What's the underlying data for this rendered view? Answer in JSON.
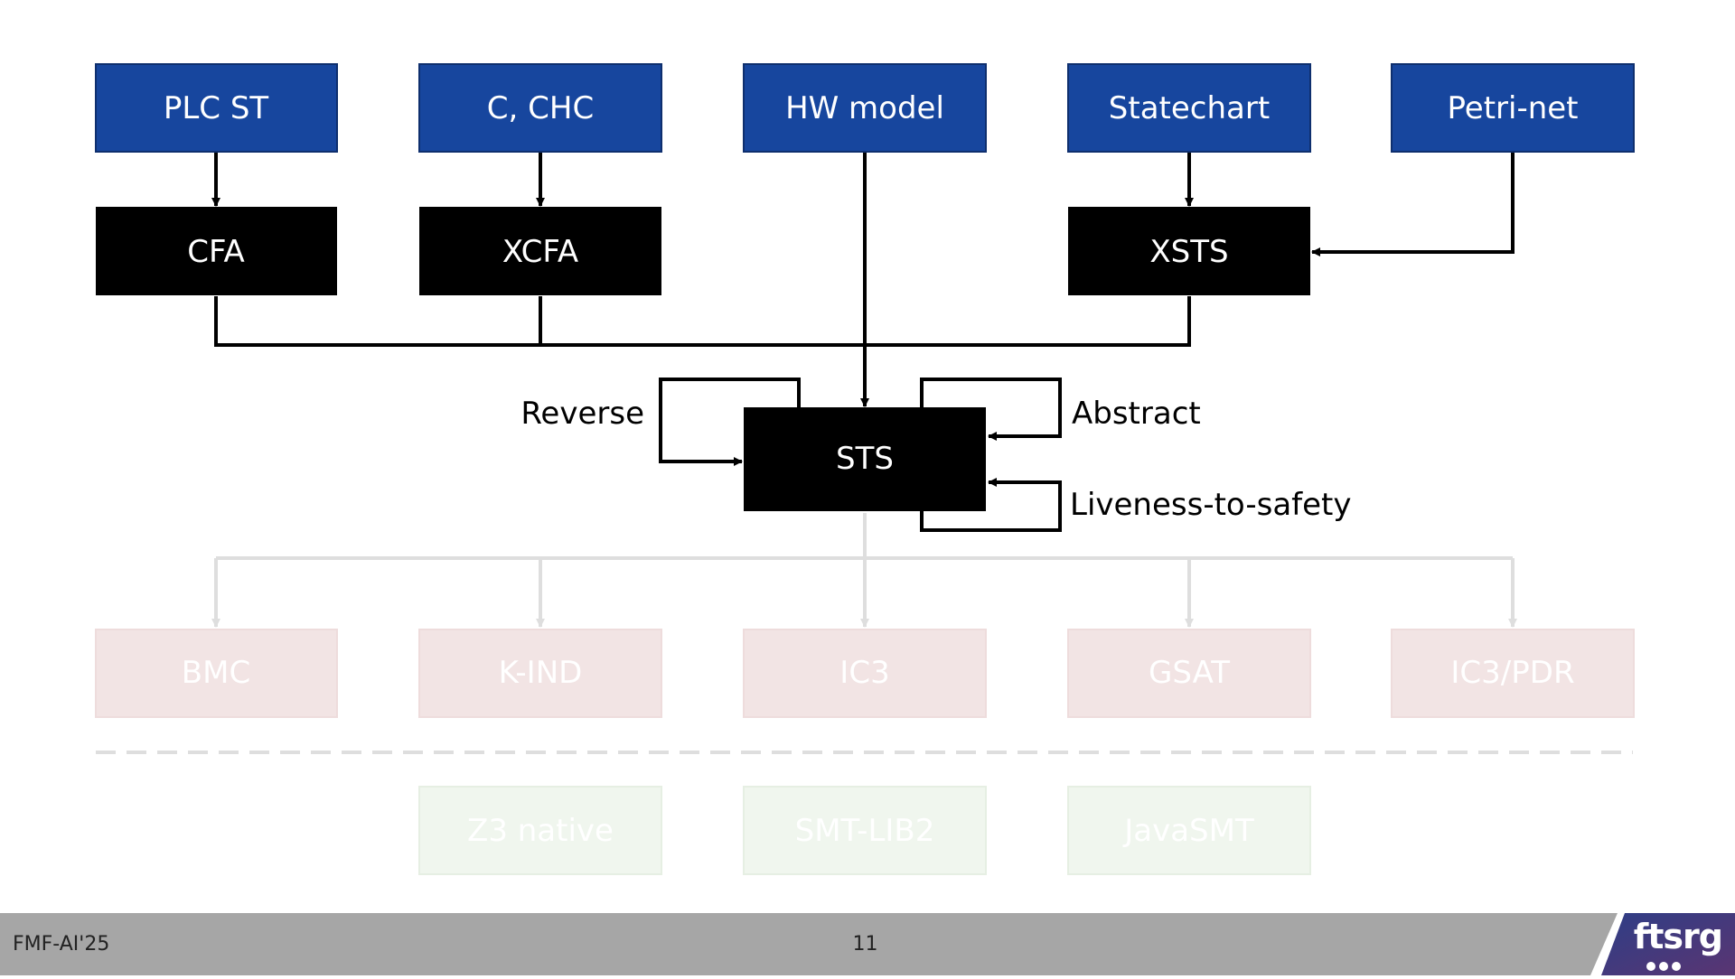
{
  "inputs": [
    {
      "id": "plc-st",
      "label": "PLC ST"
    },
    {
      "id": "c-chc",
      "label": "C, CHC"
    },
    {
      "id": "hw-model",
      "label": "HW model"
    },
    {
      "id": "statechart",
      "label": "Statechart"
    },
    {
      "id": "petri-net",
      "label": "Petri-net"
    }
  ],
  "formalisms": [
    {
      "id": "cfa",
      "label": "CFA"
    },
    {
      "id": "xcfa",
      "label": "XCFA"
    },
    {
      "id": "xsts",
      "label": "XSTS"
    }
  ],
  "core": {
    "label": "STS"
  },
  "transforms": {
    "reverse": "Reverse",
    "abstract": "Abstract",
    "liveness": "Liveness-to-safety"
  },
  "algorithms": [
    {
      "id": "bmc",
      "label": "BMC"
    },
    {
      "id": "k-ind",
      "label": "K-IND"
    },
    {
      "id": "ic3",
      "label": "IC3"
    },
    {
      "id": "gsat",
      "label": "GSAT"
    },
    {
      "id": "ic3-pdr",
      "label": "IC3/PDR"
    }
  ],
  "solvers": [
    {
      "id": "z3-native",
      "label": "Z3 native"
    },
    {
      "id": "smt-lib2",
      "label": "SMT-LIB2"
    },
    {
      "id": "javasmt",
      "label": "JavaSMT"
    }
  ],
  "colors": {
    "input_fill": "#17469e",
    "formalism_fill": "#000000",
    "algorithm_fill": "#f2e4e4",
    "solver_fill": "#f0f6ee",
    "faded_line": "#dedede",
    "footer_bg": "#a6a6a6",
    "logo_bg": "#3f3f7f"
  },
  "footer": {
    "left": "FMF-AI'25",
    "page": "11",
    "logo": "ftsrg"
  }
}
